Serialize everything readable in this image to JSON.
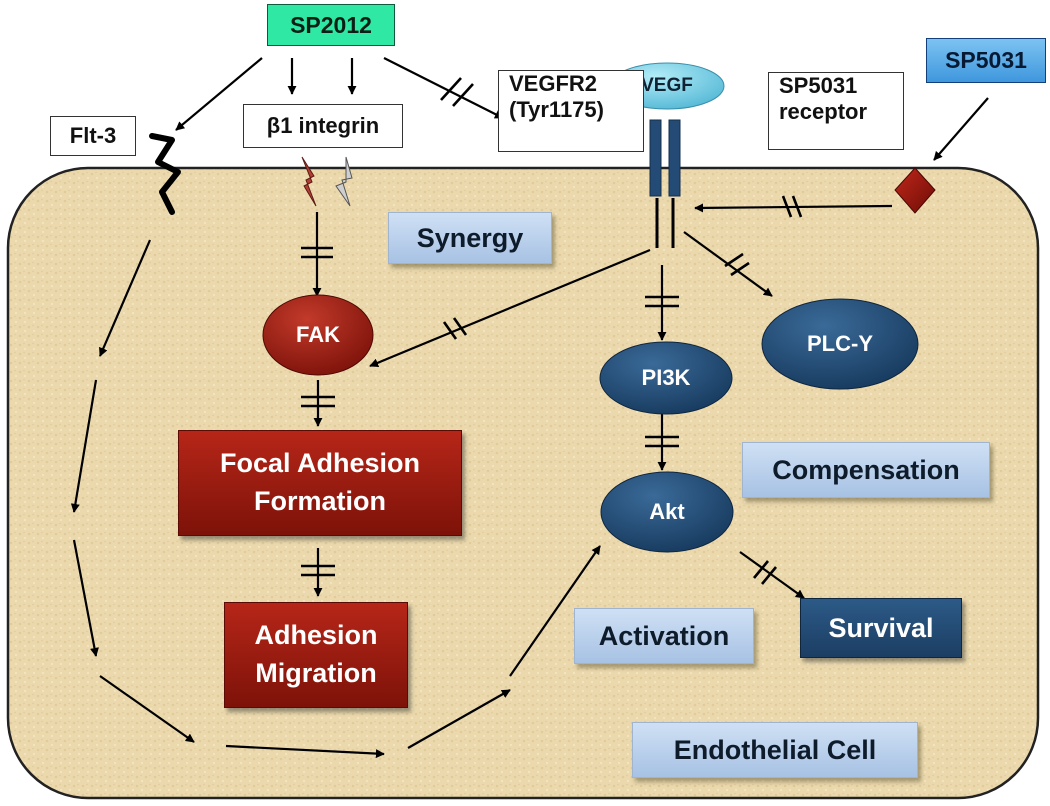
{
  "drugs": {
    "sp2012": "SP2012",
    "sp5031": "SP5031"
  },
  "receptors": {
    "flt3": "Flt-3",
    "integrin": "β1 integrin",
    "vegfr2_line1": "VEGFR2",
    "vegfr2_line2": "(Tyr1175)",
    "vegf": "VEGF",
    "sp5031_receptor_line1": "SP5031",
    "sp5031_receptor_line2": "receptor"
  },
  "nodes": {
    "fak": "FAK",
    "pi3k": "PI3K",
    "plc": "PLC-Y",
    "akt": "Akt",
    "focal_line1": "Focal Adhesion",
    "focal_line2": "Formation",
    "adhesion_line1": "Adhesion",
    "adhesion_line2": "Migration",
    "survival": "Survival"
  },
  "labels": {
    "synergy": "Synergy",
    "compensation": "Compensation",
    "activation": "Activation",
    "cell": "Endothelial Cell"
  },
  "colors": {
    "sp2012": "#2ee8a3",
    "sp5031": "#4aa3e8",
    "cell_fill": "#ecdcb2",
    "red_node": "#9a1c10",
    "blue_node": "#244b75",
    "vegf": "#74cde6",
    "diamond": "#a0150d"
  }
}
